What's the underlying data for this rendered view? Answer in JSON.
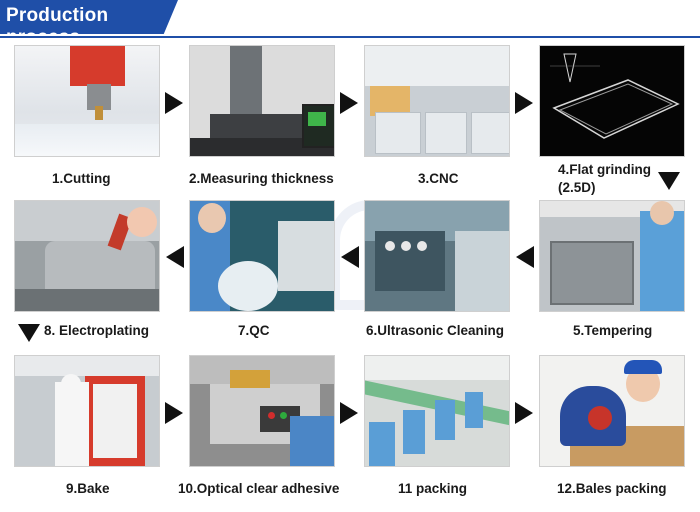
{
  "header": {
    "title": "Production process"
  },
  "steps": {
    "s1": "1.Cutting",
    "s2": "2.Measuring thickness",
    "s3": "3.CNC",
    "s4a": "4.Flat grinding",
    "s4b": "(2.5D)",
    "s5": "5.Tempering",
    "s6": "6.Ultrasonic Cleaning",
    "s7": "7.QC",
    "s8": "8. Electroplating",
    "s9": "9.Bake",
    "s10": "10.Optical clear adhesive",
    "s11": "11 packing",
    "s12": "12.Bales packing"
  },
  "colors": {
    "header": "#1f4fa8",
    "arrow": "#111111"
  },
  "icons": {
    "arrow_right": "triangle-right",
    "arrow_left": "triangle-left",
    "arrow_down": "triangle-down"
  }
}
